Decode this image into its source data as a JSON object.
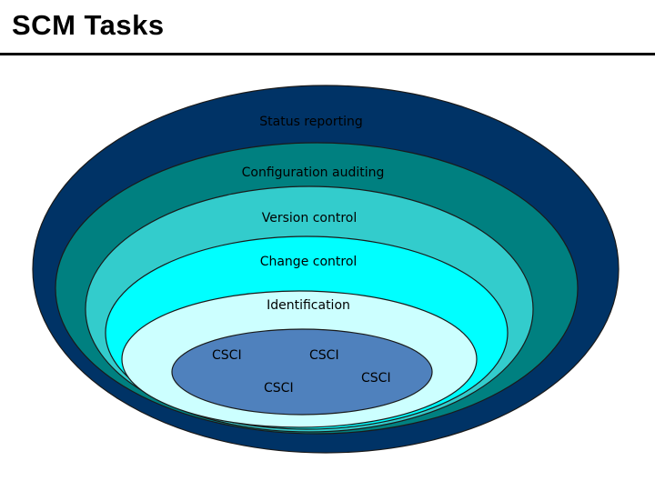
{
  "slide": {
    "title": "SCM Tasks"
  },
  "diagram": {
    "layers": [
      {
        "label": "Status reporting",
        "color": "#003366"
      },
      {
        "label": "Configuration auditing",
        "color": "#008080"
      },
      {
        "label": "Version control",
        "color": "#33CCCC"
      },
      {
        "label": "Change control",
        "color": "#00FFFF"
      },
      {
        "label": "Identification",
        "color": "#CCFFFF"
      }
    ],
    "core": {
      "color": "#4F81BD",
      "items": [
        "CSCI",
        "CSCI",
        "CSCI",
        "CSCI"
      ]
    }
  }
}
